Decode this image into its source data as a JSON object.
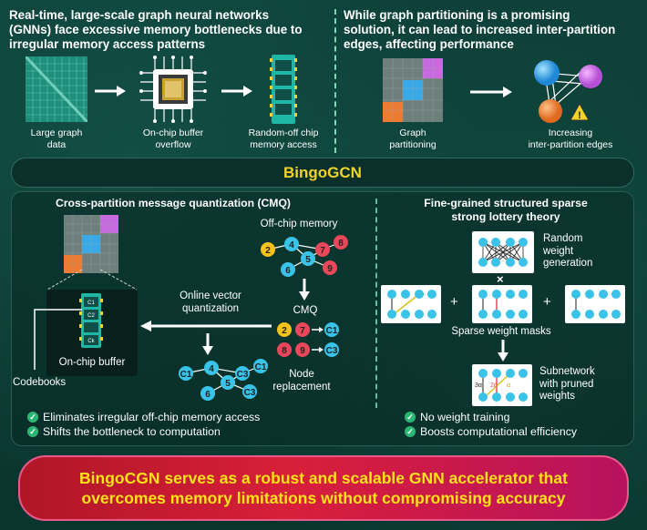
{
  "top_left": {
    "heading_lines": [
      "Real-time, large-scale graph neural networks",
      "(GNNs) face excessive memory bottlenecks due to",
      "irregular memory access patterns"
    ],
    "step1_lines": [
      "Large graph",
      "data"
    ],
    "step2_lines": [
      "On-chip buffer",
      "overflow"
    ],
    "step3_lines": [
      "Random-off chip",
      "memory access"
    ]
  },
  "top_right": {
    "heading_lines": [
      "While graph partitioning is a promising",
      "solution, it can lead to increased inter-partition",
      "edges, affecting performance"
    ],
    "step1_lines": [
      "Graph",
      "partitioning"
    ],
    "step2_lines": [
      "Increasing",
      "inter-partition edges"
    ]
  },
  "bingo_title": "BingoGCN",
  "cmq": {
    "title": "Cross-partition message quantization (CMQ)",
    "offchip_label": "Off-chip memory",
    "online_vq_lines": [
      "Online vector",
      "quantization"
    ],
    "cmq_label": "CMQ",
    "onchip_label": "On-chip buffer",
    "codebooks_label": "Codebooks",
    "node_replacement_lines": [
      "Node",
      "replacement"
    ],
    "bullets": [
      "Eliminates irregular off-chip memory access",
      "Shifts the bottleneck to computation"
    ],
    "offchip_nodes": [
      "2",
      "4",
      "7",
      "8",
      "5",
      "6",
      "9"
    ],
    "cmq_row1": [
      "2",
      "7",
      "C1"
    ],
    "cmq_row2": [
      "8",
      "9",
      "C3"
    ],
    "replaced_nodes": [
      "C1",
      "4",
      "C3",
      "C1",
      "5",
      "6",
      "C3"
    ]
  },
  "slt": {
    "title_lines": [
      "Fine-grained structured sparse",
      "strong lottery theory"
    ],
    "random_weight_lines": [
      "Random",
      "weight",
      "generation"
    ],
    "sparse_masks_label": "Sparse weight masks",
    "subnetwork_lines": [
      "Subnetwork",
      "with pruned",
      "weights"
    ],
    "multiply": "×",
    "plus": "+",
    "weights": [
      "3α",
      "2α",
      "α"
    ],
    "bullets": [
      "No weight training",
      "Boosts computational efficiency"
    ]
  },
  "conclusion_lines": [
    "BingoCGN serves as a robust and scalable GNN accelerator that",
    "overcomes memory limitations without compromising accuracy"
  ],
  "colors": {
    "accent_yellow": "#f0d42a",
    "node_cyan": "#39c3e8",
    "node_red": "#e8485a",
    "node_yellow": "#f5c21b",
    "bullet_green": "#2bb673",
    "banner_red": "#d81f3a"
  }
}
